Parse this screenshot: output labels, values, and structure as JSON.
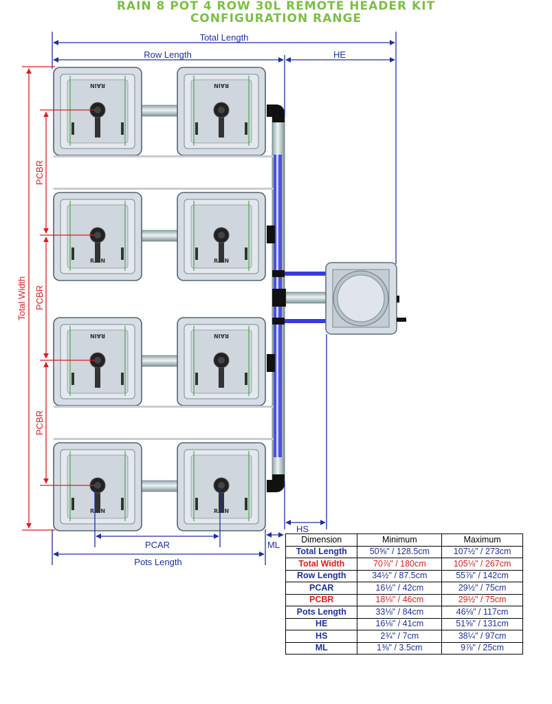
{
  "title": {
    "line1": "RAIN 8 POT 4 ROW 30L REMOTE HEADER KIT",
    "line2": "CONFIGURATION RANGE"
  },
  "colors": {
    "title": "#7ac143",
    "blue_dim": "#1d2fa3",
    "red_dim": "#e01b1b",
    "pot_fill": "#d6dde4",
    "pipe_blue": "#3a3adf"
  },
  "labels": {
    "total_length": "Total Length",
    "row_length": "Row Length",
    "he": "HE",
    "pcbr": "PCBR",
    "total_width": "Total Width",
    "hs": "HS",
    "pcar": "PCAR",
    "ml": "ML",
    "pots_length": "Pots Length",
    "pot_brand": "RAIN"
  },
  "table": {
    "headers": [
      "Dimension",
      "Minimum",
      "Maximum"
    ],
    "rows": [
      {
        "name": "Total Length",
        "min": "50⅝\" / 128.5cm",
        "max": "107½\" / 273cm",
        "color": "blue"
      },
      {
        "name": "Total Width",
        "min": "70⅞\" / 180cm",
        "max": "105⅛\" / 267cm",
        "color": "red"
      },
      {
        "name": "Row Length",
        "min": "34½\" / 87.5cm",
        "max": "55⅞\" / 142cm",
        "color": "blue"
      },
      {
        "name": "PCAR",
        "min": "16½\" / 42cm",
        "max": "29½\" / 75cm",
        "color": "blue"
      },
      {
        "name": "PCBR",
        "min": "18⅛\" / 46cm",
        "max": "29½\" / 75cm",
        "color": "red"
      },
      {
        "name": "Pots Length",
        "min": "33⅛\" / 84cm",
        "max": "46⅛\" / 117cm",
        "color": "blue"
      },
      {
        "name": "HE",
        "min": "16⅛\" / 41cm",
        "max": "51⅝\" / 131cm",
        "color": "blue"
      },
      {
        "name": "HS",
        "min": "2¾\" / 7cm",
        "max": "38¼\" / 97cm",
        "color": "blue"
      },
      {
        "name": "ML",
        "min": "1⅜\" / 3.5cm",
        "max": "9⅞\" / 25cm",
        "color": "blue"
      }
    ]
  }
}
